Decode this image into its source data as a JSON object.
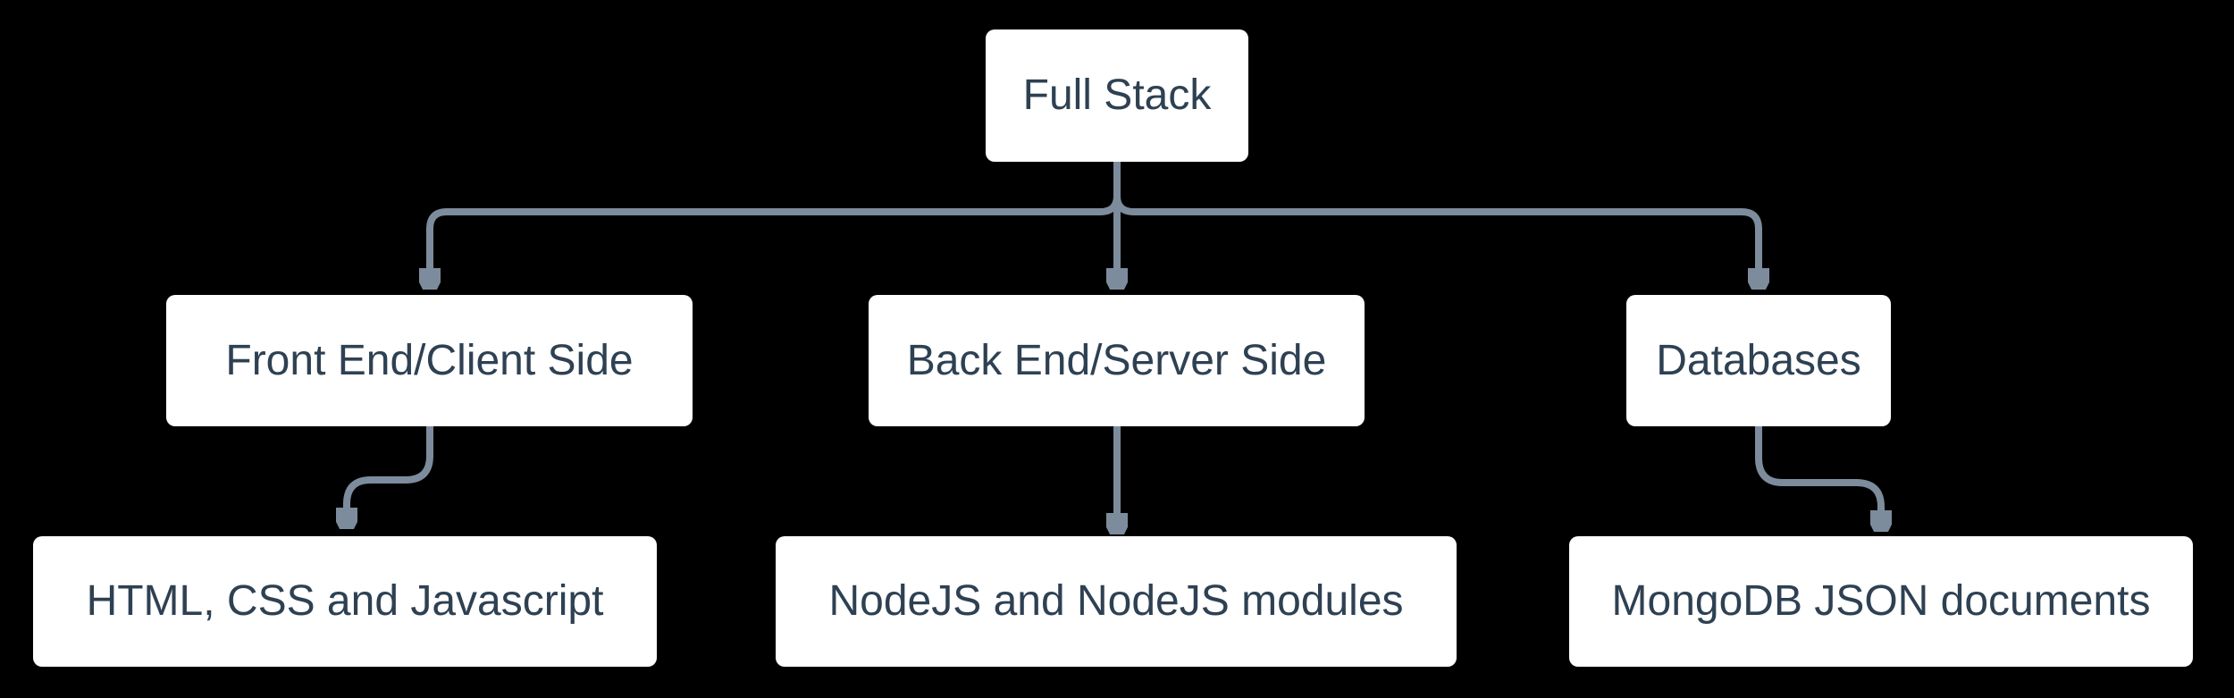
{
  "diagram": {
    "type": "flowchart",
    "direction": "top-down",
    "colors": {
      "background": "#000000",
      "node_fill": "#ffffff",
      "node_text": "#2e4153",
      "connector": "#7d8c9c"
    },
    "nodes": [
      {
        "id": "full-stack",
        "label": "Full Stack",
        "level": 0
      },
      {
        "id": "front-end",
        "label": "Front End/Client Side",
        "level": 1
      },
      {
        "id": "back-end",
        "label": "Back End/Server Side",
        "level": 1
      },
      {
        "id": "databases",
        "label": "Databases",
        "level": 1
      },
      {
        "id": "html-css-js",
        "label": "HTML, CSS and Javascript",
        "level": 2
      },
      {
        "id": "nodejs",
        "label": "NodeJS and NodeJS modules",
        "level": 2
      },
      {
        "id": "mongodb",
        "label": "MongoDB JSON documents",
        "level": 2
      }
    ],
    "edges": [
      {
        "from": "full-stack",
        "to": "front-end"
      },
      {
        "from": "full-stack",
        "to": "back-end"
      },
      {
        "from": "full-stack",
        "to": "databases"
      },
      {
        "from": "front-end",
        "to": "html-css-js"
      },
      {
        "from": "back-end",
        "to": "nodejs"
      },
      {
        "from": "databases",
        "to": "mongodb"
      }
    ]
  }
}
